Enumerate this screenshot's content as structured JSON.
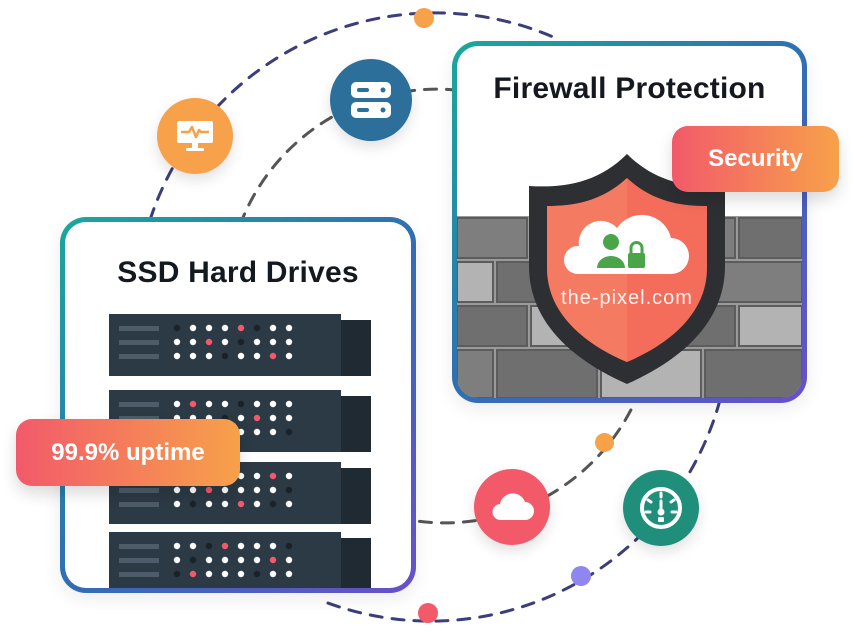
{
  "ssd_card": {
    "title": "SSD Hard Drives"
  },
  "firewall_card": {
    "title": "Firewall Protection"
  },
  "badges": {
    "uptime": "99.9% uptime",
    "security": "Security"
  },
  "watermark": "the-pixel.com",
  "colors": {
    "orange": "#f7a14a",
    "blue": "#2c6f9a",
    "red": "#f25a6a",
    "teal": "#1f8e7a",
    "purple": "#8f86f0",
    "dark_line": "#3b3e7a",
    "server_body": "#2c3a45",
    "shield_dark": "#2e2f33",
    "shield_red": "#f36d5a",
    "user_green": "#4aa548"
  },
  "icons": [
    "monitor-pulse-icon",
    "server-icon",
    "cloud-icon",
    "speedometer-icon",
    "cloud-user-lock-icon"
  ]
}
